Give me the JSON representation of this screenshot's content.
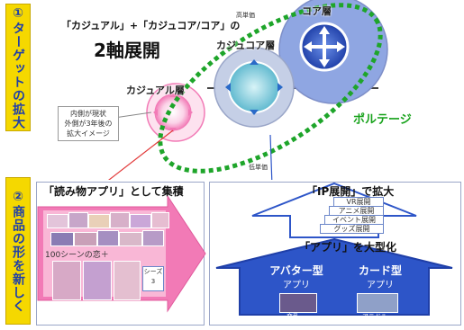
{
  "sidebar": {
    "top_label": "①ターゲットの拡大",
    "bottom_label": "②商品の形を新しく"
  },
  "top": {
    "title_line1": "「カジュアル」+「カジュコア/コア」の",
    "title_line2": "2軸展開",
    "axis_high": "高単価",
    "axis_low": "低単価",
    "layers": {
      "casual": "カジュアル層",
      "casual_core": "カジュコア層",
      "core": "コア層"
    },
    "note": [
      "内側が現状",
      "外側が3年後の",
      "拡大イメージ"
    ],
    "portage": "ポルテージ"
  },
  "bottom_left": {
    "title": "「読み物アプリ」として集積",
    "caption": "100シーンの恋＋",
    "series_badge": [
      "シーズ",
      "3"
    ]
  },
  "bottom_right": {
    "title_ip": "「IP展開」で拡大",
    "ip_items": [
      "VR展開",
      "アニメ展開",
      "イベント展開",
      "グッズ展開"
    ],
    "title_app": "「アプリ」を大型化",
    "avatar": {
      "title": "アバター型",
      "sub": "アプリ",
      "caption": "恋乱"
    },
    "card": {
      "title": "カード型",
      "sub": "アプリ",
      "caption": "アニドル"
    }
  },
  "colors": {
    "accent_yellow": "#f5d800",
    "side_text": "#1f3fa8",
    "pink": "#f27ab6",
    "blue_fill": "#2d55c8",
    "green_dash": "#1ea52a"
  }
}
